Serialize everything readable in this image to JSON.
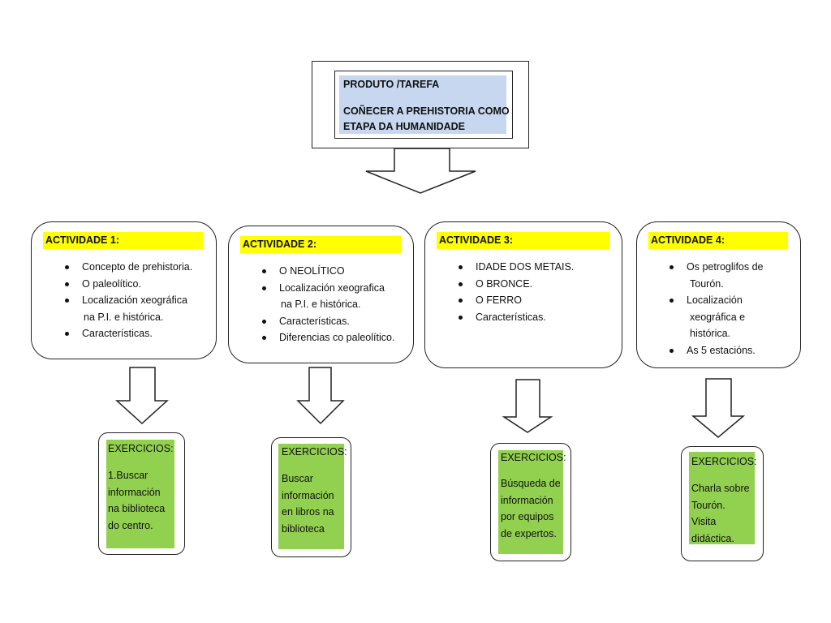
{
  "product": {
    "label": "PRODUTO /TAREFA",
    "task_line1": "COÑECER A PREHISTORIA COMO",
    "task_line2": "ETAPA DA HUMANIDADE"
  },
  "colors": {
    "product_fill": "#c6d7ef",
    "activity_title_fill": "#ffff00",
    "exercise_fill": "#92d050"
  },
  "activities": [
    {
      "title": "ACTIVIDADE  1:",
      "items": [
        "Concepto de prehistoria.",
        "O paleolítico.",
        "Localización xeográfica",
        "na P.I. e histórica.",
        "Características."
      ]
    },
    {
      "title": "ACTIVIDADE  2:",
      "items": [
        "O NEOLÍTICO",
        "Localización xeografica",
        "na P.I. e histórica.",
        "Características.",
        "Diferencias co paleolítico."
      ]
    },
    {
      "title": "ACTIVIDADE 3:",
      "items": [
        "IDADE DOS METAIS.",
        "O BRONCE.",
        "O FERRO",
        "Características."
      ]
    },
    {
      "title": "ACTIVIDADE 4:",
      "items": [
        "Os petroglifos de",
        "Tourón.",
        "Localización",
        "xeográfica e",
        "histórica.",
        "As 5 estacións."
      ]
    }
  ],
  "exercises": [
    {
      "title": "EXERCICIOS:",
      "lines": [
        "1.Buscar",
        "información",
        "na biblioteca",
        "do centro."
      ]
    },
    {
      "title": "EXERCICIOS:",
      "lines": [
        "Buscar",
        "información",
        "en libros na",
        "biblioteca"
      ]
    },
    {
      "title": "EXERCICIOS:",
      "lines": [
        "Búsqueda de",
        "información",
        "por equipos",
        "de expertos."
      ]
    },
    {
      "title": "EXERCICIOS:",
      "lines": [
        "Charla sobre",
        "Tourón.",
        "Visita",
        "didáctica."
      ]
    }
  ]
}
